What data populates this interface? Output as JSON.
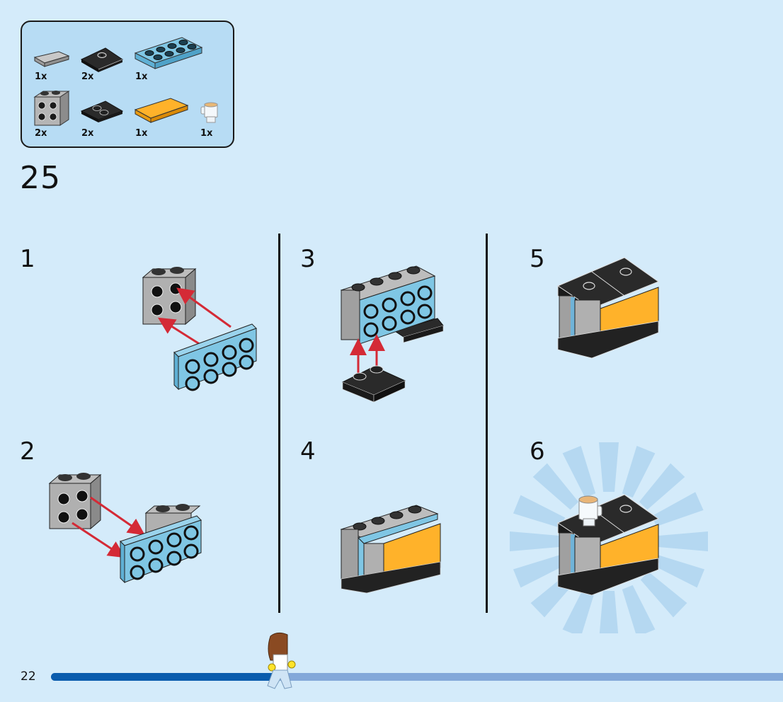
{
  "page": {
    "page_number": "22",
    "step_number": "25",
    "progress_fraction": 0.31
  },
  "parts_list": {
    "items": [
      {
        "name": "light-grey-tile-1x2",
        "qty": "1x"
      },
      {
        "name": "black-plate-2x2-center-stud",
        "qty": "2x"
      },
      {
        "name": "medium-azure-plate-2x4",
        "qty": "1x"
      },
      {
        "name": "light-grey-brick-1x2x1-2-side-studs",
        "qty": "2x"
      },
      {
        "name": "black-plate-2x2-two-studs",
        "qty": "2x"
      },
      {
        "name": "orange-tile-2x4",
        "qty": "1x"
      },
      {
        "name": "transparent-mug-coffee",
        "qty": "1x"
      }
    ]
  },
  "sub_steps": [
    {
      "number": "1"
    },
    {
      "number": "2"
    },
    {
      "number": "3"
    },
    {
      "number": "4"
    },
    {
      "number": "5"
    },
    {
      "number": "6"
    }
  ],
  "colors": {
    "background": "#d4ebfa",
    "parts_box": "#b7dcf4",
    "azure": "#7fc6e4",
    "grey": "#a9a9a9",
    "black": "#2a2a2a",
    "orange": "#ffb22a",
    "arrow": "#d42a36",
    "progress_done": "#0a5cad",
    "progress_rest": "#83a8d9"
  }
}
